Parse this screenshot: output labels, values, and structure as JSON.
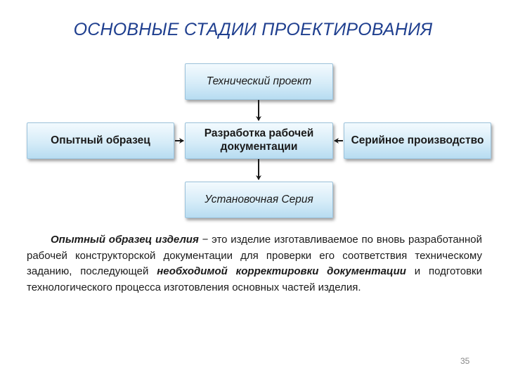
{
  "title": "ОСНОВНЫЕ СТАДИИ ПРОЕКТИРОВАНИЯ",
  "diagram": {
    "top": "Технический проект",
    "center": "Разработка рабочей документации",
    "left": "Опытный образец",
    "right": "Серийное производство",
    "bottom": "Установочная Серия"
  },
  "paragraph": {
    "term": "Опытный образец изделия",
    "part1": " − это изделие изготавливаемое по вновь разработанной рабочей конструкторской документации для проверки его соответствия техническому заданию, последующей ",
    "emphasis": "необходимой корректировки документации",
    "part2": " и подготовки технологического процесса изготовления основных частей изделия."
  },
  "page_number": "35",
  "colors": {
    "title": "#1f3f8f",
    "box_border": "#9cc3dc",
    "box_fill_top": "#f3fafe",
    "box_fill_bottom": "#b7dcf1",
    "arrow": "#1a1a1a"
  }
}
